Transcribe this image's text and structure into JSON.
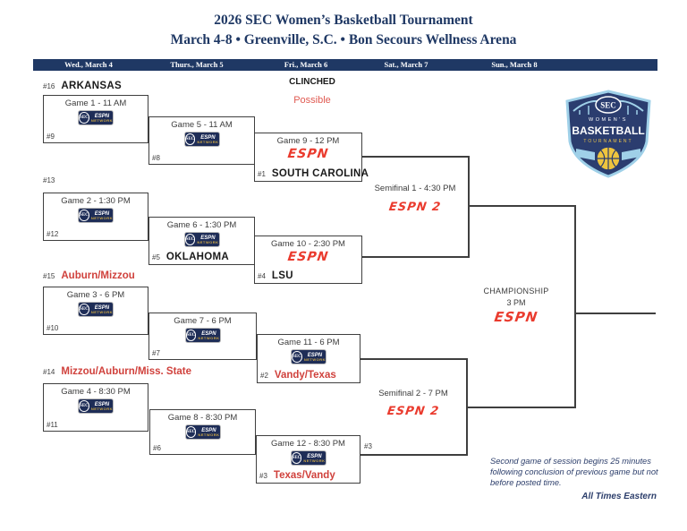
{
  "title": {
    "line1": "2026 SEC Women’s Basketball Tournament",
    "line2": "March 4-8 • Greenville, S.C. • Bon Secours Wellness Arena"
  },
  "day_bar": {
    "days": [
      "Wed., March 4",
      "Thurs., March 5",
      "Fri., March 6",
      "Sat., March 7",
      "Sun., March 8"
    ]
  },
  "legend": {
    "clinched": "CLINCHED",
    "possible": "Possible"
  },
  "networks": {
    "sec": "SEC",
    "espn": "ESPN",
    "espn2": "ESPN 2",
    "network_word": "NETWORK"
  },
  "round1": [
    {
      "top_seed": "#16",
      "top_team": "ARKANSAS",
      "label": "Game 1 - 11 AM",
      "bottom_seed": "#9"
    },
    {
      "top_seed": "#13",
      "top_team": "",
      "label": "Game 2 - 1:30 PM",
      "bottom_seed": "#12"
    },
    {
      "top_seed": "#15",
      "top_team": "Auburn/Mizzou",
      "label": "Game 3 - 6 PM",
      "bottom_seed": "#10"
    },
    {
      "top_seed": "#14",
      "top_team": "Mizzou/Auburn/Miss. State",
      "label": "Game 4 - 8:30 PM",
      "bottom_seed": "#11"
    }
  ],
  "round2": [
    {
      "label": "Game 5 - 11 AM",
      "seed": "#8",
      "team": ""
    },
    {
      "label": "Game 6 - 1:30 PM",
      "seed": "#5",
      "team": "OKLAHOMA"
    },
    {
      "label": "Game 7 - 6 PM",
      "seed": "#7",
      "team": ""
    },
    {
      "label": "Game 8 - 8:30 PM",
      "seed": "#6",
      "team": ""
    }
  ],
  "round3": [
    {
      "label": "Game 9 - 12 PM",
      "seed": "#1",
      "team": "SOUTH CAROLINA"
    },
    {
      "label": "Game 10 - 2:30 PM",
      "seed": "#4",
      "team": "LSU"
    },
    {
      "label": "Game 11 - 6 PM",
      "seed": "#2",
      "team": "Vandy/Texas"
    },
    {
      "label": "Game 12 - 8:30 PM",
      "seed": "#3",
      "team": "Texas/Vandy"
    }
  ],
  "semifinals": [
    {
      "label": "Semifinal 1 - 4:30 PM"
    },
    {
      "label": "Semifinal 2 - 7 PM",
      "seed": "#3"
    }
  ],
  "championship": {
    "title": "CHAMPIONSHIP",
    "time": "3 PM"
  },
  "event_logo": {
    "sec": "SEC",
    "womens": "WOMEN'S",
    "basketball": "BASKETBALL",
    "tournament": "TOURNAMENT"
  },
  "footnote": {
    "body": "Second game of session begins 25 minutes following conclusion of previous game but not before posted time.",
    "emphasis": "All Times Eastern"
  },
  "colors": {
    "navy": "#1f3864",
    "red_text": "#d0413c",
    "espn_red": "#ea3b2e"
  }
}
